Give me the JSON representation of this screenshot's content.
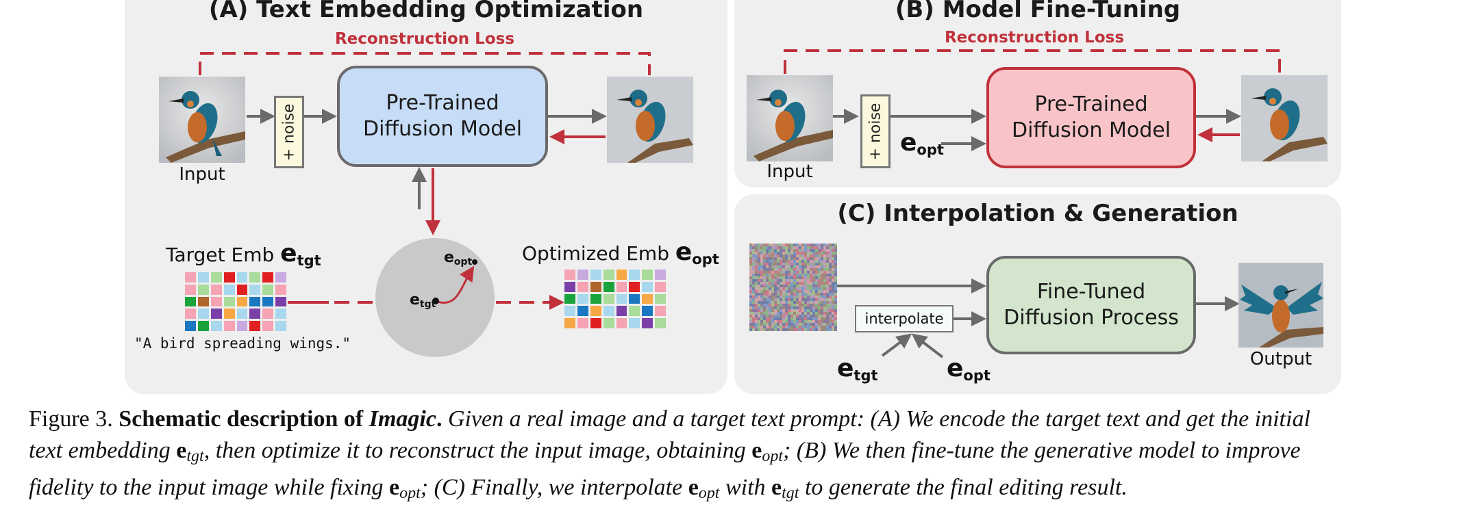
{
  "panel_a": {
    "title": "(A) Text Embedding Optimization",
    "loss_label": "Reconstruction Loss",
    "noise_label": "+ noise",
    "model_label": [
      "Pre-Trained",
      "Diffusion Model"
    ],
    "input_label": "Input",
    "target_emb_label": "Target Emb",
    "target_emb_symbol": "e",
    "target_emb_sub": "tgt",
    "optimized_emb_label": "Optimized Emb",
    "optimized_emb_symbol": "e",
    "optimized_emb_sub": "opt",
    "prompt": "\"A bird spreading wings.\"",
    "circle_from": "e",
    "circle_from_sub": "tgt",
    "circle_to": "e",
    "circle_to_sub": "opt"
  },
  "panel_b": {
    "title": "(B) Model Fine-Tuning",
    "loss_label": "Reconstruction Loss",
    "noise_label": "+ noise",
    "model_label": [
      "Pre-Trained",
      "Diffusion Model"
    ],
    "input_label": "Input",
    "emb_symbol": "e",
    "emb_sub": "opt"
  },
  "panel_c": {
    "title": "(C) Interpolation & Generation",
    "interpolate_label": "interpolate",
    "model_label": [
      "Fine-Tuned",
      "Diffusion Process"
    ],
    "output_label": "Output",
    "emb1_symbol": "e",
    "emb1_sub": "tgt",
    "emb2_symbol": "e",
    "emb2_sub": "opt"
  },
  "colors": {
    "panel_bg": "#efefef",
    "loss_red": "#c0313b",
    "arrow_gray": "#6a6a6a",
    "pretrained_blue": "#c7ddf7",
    "pretrained_pink": "#f8c4c7",
    "finetuned_green": "#d3e6cd"
  },
  "caption": {
    "figure_label": "Figure 3.",
    "bold_title": "Schematic description of",
    "method_name": "Imagic",
    "text_1": "Given a real image and a target text prompt: (A) We encode the target text and get the initial",
    "text_2": "text embedding",
    "text_3": ", then optimize it to reconstruct the input image, obtaining",
    "text_4": "; (B) We then fine-tune the generative model to improve",
    "text_5": "fidelity to the input image while fixing",
    "text_6": "; (C) Finally, we interpolate",
    "text_7": "with",
    "text_8": "to generate the final editing result.",
    "vec_symbol": "e",
    "sub_tgt": "tgt",
    "sub_opt": "opt"
  },
  "emb_grid_colors": {
    "target": [
      [
        "#f6a3b4",
        "#a8d8ee",
        "#a9dc9b",
        "#e02020",
        "#a8d8ee",
        "#a9dc9b",
        "#e02020",
        "#c8a9e0"
      ],
      [
        "#f6a3b4",
        "#a9dc9b",
        "#f6a3b4",
        "#a8d8ee",
        "#e02020",
        "#a8d8ee",
        "#a9dc9b",
        "#f6a3b4"
      ],
      [
        "#1aa33a",
        "#b0652a",
        "#f6a3b4",
        "#a9dc9b",
        "#f7a743",
        "#1a78c2",
        "#1a78c2",
        "#7b3fa8"
      ],
      [
        "#f6a3b4",
        "#a8d8ee",
        "#7b3fa8",
        "#f7a743",
        "#a8d8ee",
        "#7b3fa8",
        "#f6a3b4",
        "#a8d8ee"
      ],
      [
        "#1a78c2",
        "#1aa33a",
        "#a8d8ee",
        "#f6a3b4",
        "#c8a9e0",
        "#e02020",
        "#f6a3b4",
        "#a8d8ee"
      ]
    ],
    "optimized": [
      [
        "#f6a3b4",
        "#c8a9e0",
        "#a8d8ee",
        "#a9dc9b",
        "#f7a743",
        "#a8d8ee",
        "#a9dc9b",
        "#c8a9e0"
      ],
      [
        "#7b3fa8",
        "#f6a3b4",
        "#b0652a",
        "#1aa33a",
        "#f6a3b4",
        "#e02020",
        "#a8d8ee",
        "#f6a3b4"
      ],
      [
        "#1aa33a",
        "#a8d8ee",
        "#1aa33a",
        "#a9dc9b",
        "#a8d8ee",
        "#1a78c2",
        "#f7a743",
        "#a9dc9b"
      ],
      [
        "#a8d8ee",
        "#1a78c2",
        "#f7a743",
        "#a8d8ee",
        "#7b3fa8",
        "#a9dc9b",
        "#1a78c2",
        "#f6a3b4"
      ],
      [
        "#f7a743",
        "#f6a3b4",
        "#e02020",
        "#a9dc9b",
        "#f6a3b4",
        "#a8d8ee",
        "#7b3fa8",
        "#a9dc9b"
      ]
    ]
  }
}
